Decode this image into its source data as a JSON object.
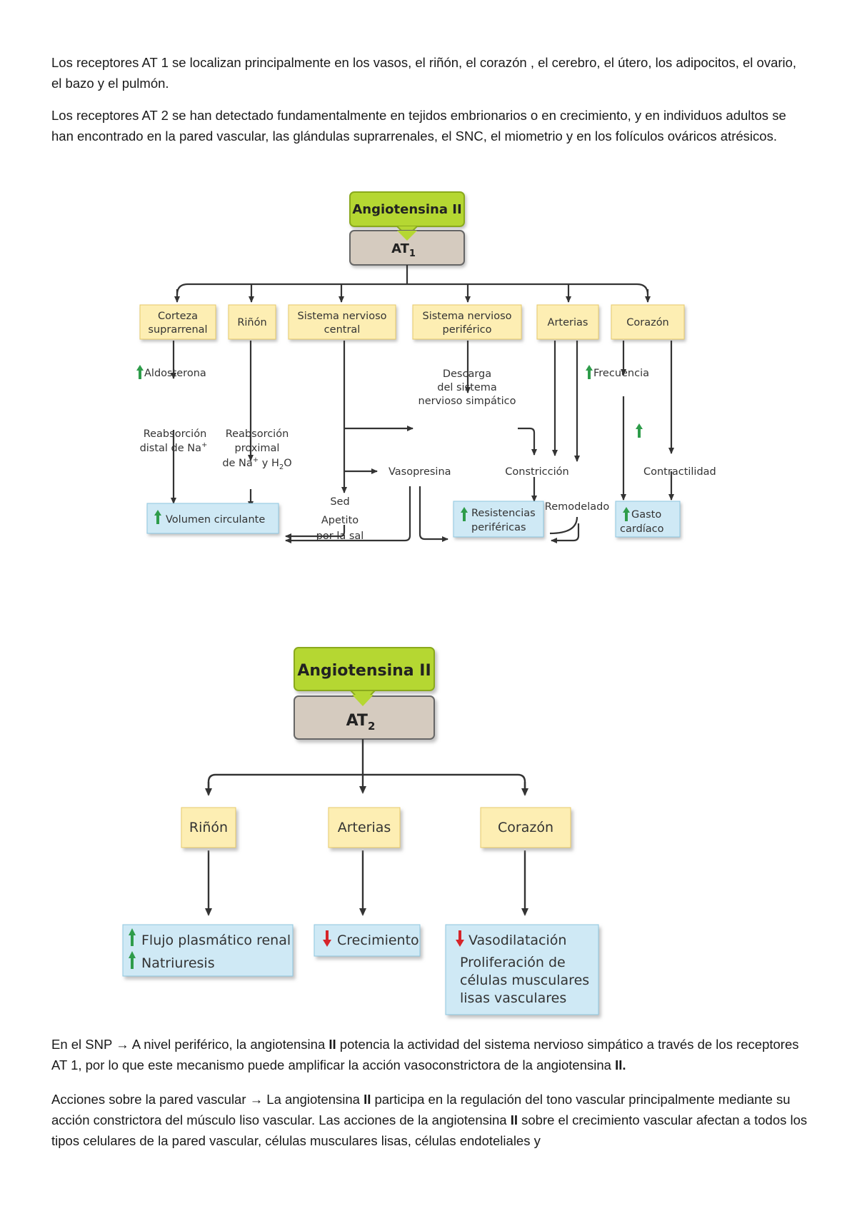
{
  "text": {
    "p1": "Los receptores AT 1 se localizan principalmente en los vasos, el riñón, el corazón , el cerebro, el útero, los adipocitos, el ovario, el bazo y el pulmón.",
    "p2": "Los receptores AT 2 se han detectado fundamentalmente en tejidos embrionarios o en crecimiento, y en individuos adultos se han encontrado en la pared vascular, las glándulas suprarrenales, el SNC, el miometrio y en los folículos ováricos atrésicos.",
    "p3a": "En el SNP → A nivel periférico, la angiotensina ",
    "p3b": "II",
    "p3c": " potencia la actividad del sistema nervioso simpático a través de los receptores AT 1, por lo que este mecanismo puede amplificar la acción vasoconstrictora de la angiotensina ",
    "p3d": "II",
    "p3e": ".",
    "p4a": "Acciones sobre la pared vascular → La angiotensina ",
    "p4b": "II",
    "p4c": " participa en la regulación del tono vascular principalmente mediante su acción constrictora del músculo liso vascular. Las acciones de la angiotensina ",
    "p4d": "II",
    "p4e": " sobre el crecimiento vascular afectan a todos los tipos celulares de la pared vascular, células musculares lisas, células endoteliales y"
  },
  "diagram1": {
    "top": "Angiotensina II",
    "receptor": "AT",
    "receptor_sub": "1",
    "organs": [
      "Corteza",
      "suprarrenal",
      "Riñón",
      "Sistema nervioso",
      "central",
      "Sistema nervioso",
      "periférico",
      "Arterias",
      "Corazón"
    ],
    "aldosterona": "Aldosterona",
    "descarga": [
      "Descarga",
      "del sistema",
      "nervioso simpático"
    ],
    "frecuencia": "Frecuencia",
    "reabs_distal": [
      "Reabsorción",
      "distal de Na"
    ],
    "reabs_proximal": [
      "Reabsorción",
      "proximal",
      "de Na",
      " y H",
      "O"
    ],
    "vasopresina": "Vasopresina",
    "constriccion": "Constricción",
    "contractilidad": "Contractilidad",
    "sed": [
      "Sed",
      "Apetito",
      "por la sal"
    ],
    "remodelado": "Remodelado",
    "volumen": "Volumen circulante",
    "resistencias": [
      "Resistencias",
      "periféricas"
    ],
    "gasto": [
      "Gasto",
      "cardíaco"
    ]
  },
  "diagram2": {
    "top": "Angiotensina II",
    "receptor": "AT",
    "receptor_sub": "2",
    "organs": [
      "Riñón",
      "Arterias",
      "Corazón"
    ],
    "flujo": "Flujo plasmático renal",
    "natriuresis": "Natriuresis",
    "crecimiento": "Crecimiento",
    "vaso": "Vasodilatación",
    "prolif": [
      "Proliferación de",
      "células musculares",
      "lisas vasculares"
    ]
  },
  "colors": {
    "green_box": "#b5d733",
    "receptor_box": "#d5cbbf",
    "organ_box": "#fdeeb3",
    "result_box": "#cfe9f5",
    "up_arrow": "#2e9c4a",
    "down_arrow": "#d6242a"
  }
}
